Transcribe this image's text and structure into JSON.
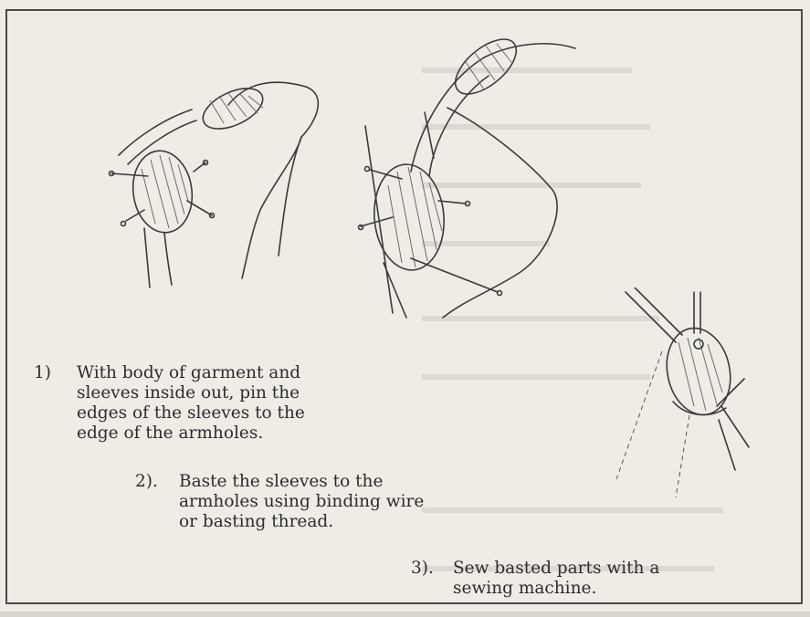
{
  "illustrations": [
    {
      "name": "pinning-sleeve-illustration",
      "caption": ""
    },
    {
      "name": "basting-sleeve-illustration",
      "caption": ""
    },
    {
      "name": "sewing-sleeve-illustration",
      "caption": ""
    }
  ],
  "steps": [
    {
      "number": "1)",
      "lines": [
        "With body of garment and",
        "sleeves inside out, pin the",
        "edges of the sleeves to the",
        "edge of the armholes."
      ]
    },
    {
      "number": "2).",
      "lines": [
        "Baste the sleeves to the",
        "armholes using binding wire",
        "or basting thread."
      ]
    },
    {
      "number": "3).",
      "lines": [
        "Sew basted parts with a",
        "sewing machine."
      ]
    }
  ]
}
